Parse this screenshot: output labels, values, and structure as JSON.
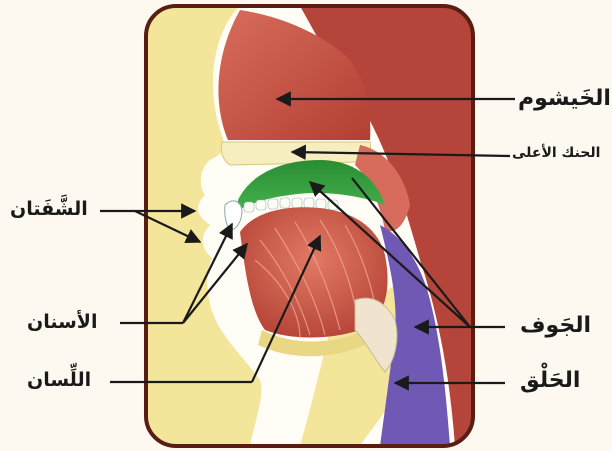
{
  "labels": {
    "nasal_cavity": "الخَيشوم",
    "upper_palate": "الحنك الأعلى",
    "lips": "الشَّفَتان",
    "teeth": "الأسنان",
    "tongue": "اللِّسان",
    "oral_cavity": "الجَوف",
    "throat": "الحَلْق"
  },
  "colors": {
    "background": "#fdf9f0",
    "frame": "#5a1d12",
    "nasal": "#c9574a",
    "skin": "#f3e59a",
    "cavity": "#2f9b3c",
    "tongue": "#d0604b",
    "throat": "#7058b5",
    "arrow": "#1a1a1a"
  }
}
